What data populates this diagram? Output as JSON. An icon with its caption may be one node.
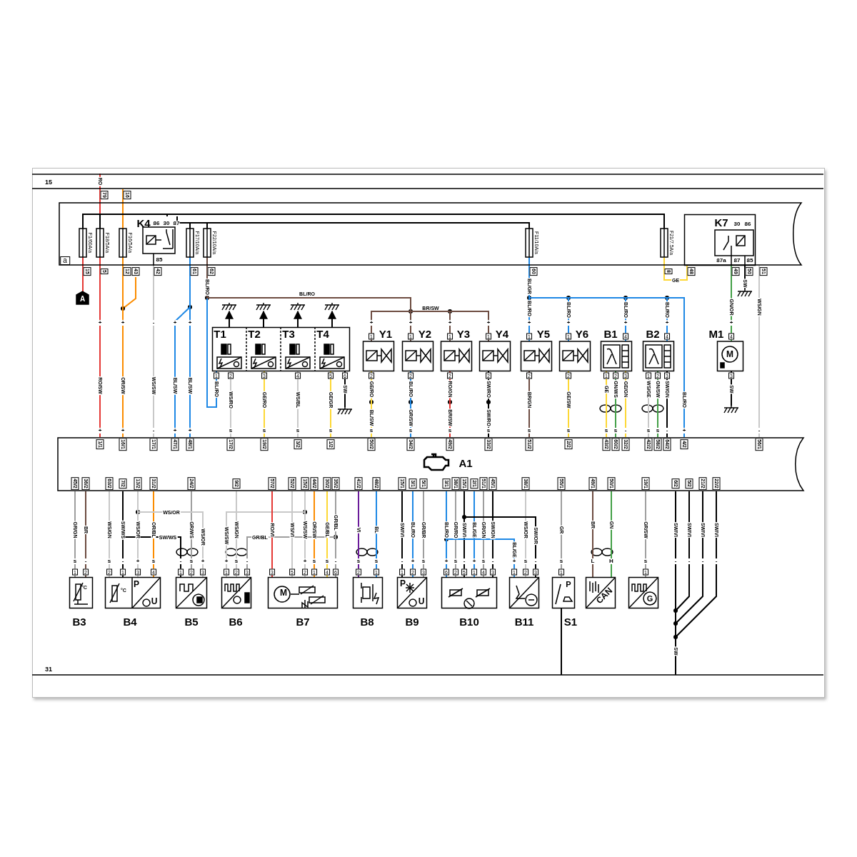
{
  "diagram": {
    "nodes": [
      {
        "text": [
          "15"
        ]
      },
      {
        "text": [
          "31"
        ]
      },
      {
        "text": [
          "a"
        ]
      },
      {
        "text": [
          "F1/60A/a"
        ],
        "in": 2
      },
      {
        "text": [
          "F18/5A/a"
        ],
        "in": 2
      },
      {
        "text": [
          "F16/5A/a"
        ],
        "in": 2
      },
      {
        "text": [
          "K4",
          "86",
          "30",
          "87",
          "85"
        ],
        "in": 2
      },
      {
        "text": [
          "F17/10A/a"
        ],
        "in": 2
      },
      {
        "text": [
          "F22/10A/a"
        ],
        "in": 2
      },
      {
        "text": [
          "F11/10A/a"
        ],
        "in": 2
      },
      {
        "text": [
          "F21/7.5A/a"
        ],
        "in": 2
      },
      {
        "text": [
          "K7",
          "30",
          "86",
          "87a",
          "87",
          "85"
        ],
        "in": 2
      },
      {
        "text": [
          "A"
        ]
      },
      {
        "text": [],
        "shape": "box"
      },
      {
        "text": [
          "T1"
        ],
        "in": 13
      },
      {
        "text": [
          "T2"
        ],
        "in": 13
      },
      {
        "text": [
          "T3"
        ],
        "in": 13
      },
      {
        "text": [
          "T4"
        ],
        "in": 13
      },
      {
        "text": [
          "Y1"
        ]
      },
      {
        "text": [
          "Y2"
        ]
      },
      {
        "text": [
          "Y3"
        ]
      },
      {
        "text": [
          "Y4"
        ]
      },
      {
        "text": [
          "Y5"
        ]
      },
      {
        "text": [
          "Y6"
        ]
      },
      {
        "text": [
          "B1"
        ]
      },
      {
        "text": [
          "B2"
        ]
      },
      {
        "text": [
          "M1",
          "M"
        ]
      },
      {
        "text": [
          "A1"
        ]
      },
      {
        "text": [
          "°C",
          "B3"
        ]
      },
      {
        "text": [
          "P",
          "°C",
          "U",
          "B4"
        ]
      },
      {
        "text": [
          "B5"
        ]
      },
      {
        "text": [
          "B6"
        ]
      },
      {
        "text": [
          "M",
          "B7"
        ]
      },
      {
        "text": [
          "B8"
        ]
      },
      {
        "text": [
          "P",
          "U",
          "B9"
        ]
      },
      {
        "text": [
          "B10"
        ]
      },
      {
        "text": [
          "B11"
        ]
      },
      {
        "text": [
          "P",
          "S1"
        ]
      },
      {
        "text": [
          "CAN"
        ]
      },
      {
        "text": [
          "G"
        ]
      },
      {
        "text": [],
        "shape": "ground"
      },
      {
        "text": [],
        "shape": "ground"
      },
      {
        "text": [],
        "shape": "ground"
      },
      {
        "text": [],
        "shape": "ground"
      },
      {
        "text": [],
        "shape": "ground"
      },
      {
        "text": [],
        "shape": "ground"
      },
      {
        "text": [],
        "shape": "ground"
      }
    ],
    "edges": [
      {
        "from": 0,
        "to": 4,
        "arrow": "none",
        "label": "RO",
        "color": "#e53935"
      },
      {
        "from": 0,
        "to": 5,
        "arrow": "none",
        "color": "#fb8c00"
      },
      {
        "from": 3,
        "to": 12,
        "arrow": "none",
        "color": "#e53935"
      },
      {
        "from": 4,
        "to": 27,
        "arrow": "none",
        "label": "RO/SW",
        "color": "#e53935"
      },
      {
        "from": 5,
        "to": 27,
        "arrow": "none",
        "label": "OR/SW",
        "color": "#fb8c00"
      },
      {
        "from": 6,
        "to": 27,
        "arrow": "none",
        "label": "WS/SW",
        "color": "#c8c8c8"
      },
      {
        "from": 7,
        "to": 27,
        "arrow": "none",
        "label": "BL/SW",
        "color": "#1e88e5"
      },
      {
        "from": 7,
        "to": 27,
        "arrow": "none",
        "label": "BL/SW",
        "color": "#1e88e5"
      },
      {
        "from": 8,
        "to": 14,
        "arrow": "none",
        "label": "BL/RO",
        "color": "#1e88e5"
      },
      {
        "from": 8,
        "to": 18,
        "arrow": "none",
        "color": "#6d4c41"
      },
      {
        "from": 8,
        "to": 19,
        "arrow": "none",
        "color": "#6d4c41"
      },
      {
        "from": 8,
        "to": 20,
        "arrow": "none",
        "color": "#6d4c41"
      },
      {
        "from": 8,
        "to": 21,
        "arrow": "none",
        "color": "#6d4c41"
      },
      {
        "from": 40,
        "to": 14,
        "arrow": "both"
      },
      {
        "from": 41,
        "to": 15,
        "arrow": "both"
      },
      {
        "from": 42,
        "to": 16,
        "arrow": "both"
      },
      {
        "from": 43,
        "to": 17,
        "arrow": "both"
      },
      {
        "from": 14,
        "to": 27,
        "arrow": "none",
        "label": "WS/RO",
        "color": "#c8c8c8"
      },
      {
        "from": 15,
        "to": 27,
        "arrow": "none",
        "label": "GE/RO",
        "color": "#fdd835"
      },
      {
        "from": 16,
        "to": 27,
        "arrow": "none",
        "label": "WS/BL",
        "color": "#c8c8c8"
      },
      {
        "from": 17,
        "to": 27,
        "arrow": "none",
        "label": "GE/GR",
        "color": "#fdd835"
      },
      {
        "from": 17,
        "to": 44,
        "arrow": "none",
        "label": "SW"
      },
      {
        "from": 18,
        "to": 27,
        "arrow": "none",
        "label": "GE/RO",
        "color": "#fdd835"
      },
      {
        "from": 19,
        "to": 27,
        "arrow": "none",
        "label": "BL/RO",
        "color": "#1e88e5"
      },
      {
        "from": 20,
        "to": 27,
        "arrow": "none",
        "label": "RO/GN",
        "color": "#e53935"
      },
      {
        "from": 21,
        "to": 27,
        "arrow": "none",
        "label": "SW/RO"
      },
      {
        "from": 9,
        "to": 22,
        "arrow": "none",
        "label": "BL/RO",
        "color": "#1e88e5"
      },
      {
        "from": 9,
        "to": 23,
        "arrow": "none",
        "label": "BL/RO",
        "color": "#1e88e5"
      },
      {
        "from": 9,
        "to": 24,
        "arrow": "none",
        "label": "BL/RO",
        "color": "#1e88e5"
      },
      {
        "from": 9,
        "to": 25,
        "arrow": "none",
        "label": "BL/RO",
        "color": "#1e88e5"
      },
      {
        "from": 9,
        "to": 27,
        "arrow": "none",
        "label": "BL/RO",
        "color": "#1e88e5"
      },
      {
        "from": 22,
        "to": 27,
        "arrow": "none",
        "label": "BR/GN",
        "color": "#6d4c41"
      },
      {
        "from": 23,
        "to": 27,
        "arrow": "none",
        "label": "GE/SW",
        "color": "#fdd835"
      },
      {
        "from": 24,
        "to": 27,
        "arrow": "none",
        "label": "GE",
        "color": "#fdd835"
      },
      {
        "from": 24,
        "to": 27,
        "arrow": "none",
        "label": "GN/WS",
        "color": "#43a047"
      },
      {
        "from": 24,
        "to": 27,
        "arrow": "none",
        "label": "GE/GN",
        "color": "#fdd835"
      },
      {
        "from": 25,
        "to": 27,
        "arrow": "none",
        "label": "WS/GE",
        "color": "#c8c8c8"
      },
      {
        "from": 25,
        "to": 27,
        "arrow": "none",
        "label": "GN/SW",
        "color": "#43a047"
      },
      {
        "from": 25,
        "to": 27,
        "arrow": "none",
        "label": "SW/GN"
      },
      {
        "from": 10,
        "to": 11,
        "arrow": "none",
        "label": "GE",
        "color": "#fdd835"
      },
      {
        "from": 11,
        "to": 26,
        "arrow": "none",
        "label": "GN/OR",
        "color": "#43a047"
      },
      {
        "from": 11,
        "to": 45,
        "arrow": "none",
        "label": "SW"
      },
      {
        "from": 2,
        "to": 27,
        "arrow": "none",
        "label": "WS/GN",
        "color": "#c8c8c8"
      },
      {
        "from": 26,
        "to": 46,
        "arrow": "none",
        "label": "SW"
      },
      {
        "from": 27,
        "to": 28,
        "arrow": "none",
        "label": "GR/GN",
        "color": "#9e9e9e"
      },
      {
        "from": 27,
        "to": 28,
        "arrow": "none",
        "label": "BR",
        "color": "#6d4c41"
      },
      {
        "from": 27,
        "to": 29,
        "arrow": "none",
        "label": "WS/GN",
        "color": "#c8c8c8"
      },
      {
        "from": 27,
        "to": 29,
        "arrow": "none",
        "label": "SW/WS"
      },
      {
        "from": 27,
        "to": 29,
        "arrow": "none",
        "label": "WS/OR",
        "color": "#c8c8c8"
      },
      {
        "from": 27,
        "to": 29,
        "arrow": "none",
        "label": "OR/BL",
        "color": "#fb8c00"
      },
      {
        "from": 27,
        "to": 30,
        "arrow": "none",
        "label": "GR/WS",
        "color": "#9e9e9e"
      },
      {
        "from": 27,
        "to": 30,
        "arrow": "none",
        "label": "SW/WS"
      },
      {
        "from": 27,
        "to": 30,
        "arrow": "none",
        "label": "WS/OR",
        "color": "#c8c8c8"
      },
      {
        "from": 27,
        "to": 31,
        "arrow": "none",
        "label": "WS/GN",
        "color": "#c8c8c8"
      },
      {
        "from": 27,
        "to": 31,
        "arrow": "none",
        "label": "WS/SW",
        "color": "#c8c8c8"
      },
      {
        "from": 27,
        "to": 31,
        "arrow": "none",
        "label": "GR/BL",
        "color": "#9e9e9e"
      },
      {
        "from": 27,
        "to": 32,
        "arrow": "none",
        "label": "RO/VI",
        "color": "#e53935"
      },
      {
        "from": 27,
        "to": 32,
        "arrow": "none",
        "label": "WS/VI",
        "color": "#c8c8c8"
      },
      {
        "from": 27,
        "to": 32,
        "arrow": "none",
        "label": "WS/SW",
        "color": "#c8c8c8"
      },
      {
        "from": 27,
        "to": 32,
        "arrow": "none",
        "label": "OR/SW",
        "color": "#fb8c00"
      },
      {
        "from": 27,
        "to": 32,
        "arrow": "none",
        "label": "GE/BL",
        "color": "#fdd835"
      },
      {
        "from": 27,
        "to": 32,
        "arrow": "none",
        "label": "GR/BL",
        "color": "#9e9e9e"
      },
      {
        "from": 27,
        "to": 33,
        "arrow": "none",
        "label": "VI",
        "color": "#6a1b9a"
      },
      {
        "from": 27,
        "to": 33,
        "arrow": "none",
        "label": "BL",
        "color": "#1e88e5"
      },
      {
        "from": 27,
        "to": 34,
        "arrow": "none",
        "label": "SW/VI"
      },
      {
        "from": 27,
        "to": 34,
        "arrow": "none",
        "label": "BL/RO",
        "color": "#1e88e5"
      },
      {
        "from": 27,
        "to": 34,
        "arrow": "none",
        "label": "GR/BR",
        "color": "#9e9e9e"
      },
      {
        "from": 27,
        "to": 35,
        "arrow": "none",
        "label": "BL/RO",
        "color": "#1e88e5"
      },
      {
        "from": 27,
        "to": 35,
        "arrow": "none",
        "label": "GR/RO",
        "color": "#9e9e9e"
      },
      {
        "from": 27,
        "to": 35,
        "arrow": "none",
        "label": "SW/VI"
      },
      {
        "from": 27,
        "to": 35,
        "arrow": "none",
        "label": "BL/GE",
        "color": "#1e88e5"
      },
      {
        "from": 27,
        "to": 35,
        "arrow": "none",
        "label": "GR/GN",
        "color": "#9e9e9e"
      },
      {
        "from": 27,
        "to": 35,
        "arrow": "none",
        "label": "SW/GN"
      },
      {
        "from": 27,
        "to": 36,
        "arrow": "none",
        "label": "BL/GE",
        "color": "#1e88e5"
      },
      {
        "from": 27,
        "to": 36,
        "arrow": "none",
        "label": "WS/OR",
        "color": "#c8c8c8"
      },
      {
        "from": 27,
        "to": 36,
        "arrow": "none",
        "label": "SW/OR"
      },
      {
        "from": 27,
        "to": 37,
        "arrow": "none",
        "label": "GR",
        "color": "#9e9e9e"
      },
      {
        "from": 37,
        "to": 1,
        "arrow": "none"
      },
      {
        "from": 27,
        "to": 38,
        "arrow": "none",
        "label": "BR",
        "color": "#6d4c41"
      },
      {
        "from": 27,
        "to": 38,
        "arrow": "none",
        "label": "GN",
        "color": "#43a047"
      },
      {
        "from": 27,
        "to": 39,
        "arrow": "none",
        "label": "GR/SW",
        "color": "#9e9e9e"
      },
      {
        "from": 27,
        "to": 1,
        "arrow": "none",
        "label": "SW/VI"
      },
      {
        "from": 27,
        "to": 1,
        "arrow": "none",
        "label": "SW/VI"
      },
      {
        "from": 27,
        "to": 1,
        "arrow": "none",
        "label": "SW/VI"
      },
      {
        "from": 27,
        "to": 1,
        "arrow": "none",
        "label": "SW/VI"
      },
      {
        "from": 3,
        "to": 4,
        "arrow": "none"
      },
      {
        "from": 4,
        "to": 6,
        "arrow": "none"
      },
      {
        "from": 6,
        "to": 10,
        "arrow": "none"
      },
      {
        "from": 6,
        "to": 7,
        "arrow": "none"
      },
      {
        "from": 7,
        "to": 8,
        "arrow": "none"
      },
      {
        "from": 8,
        "to": 9,
        "arrow": "none"
      }
    ],
    "labels": [
      "79",
      "16",
      "15",
      "5",
      "12",
      "43",
      "42",
      "61",
      "62",
      "60",
      "8",
      "48",
      "49",
      "50",
      "51",
      "BL/RO",
      "BR/SW",
      "BL/GR",
      "+",
      "+",
      "-",
      "+",
      "+",
      "+",
      "+",
      "+",
      "+",
      "+",
      "+",
      "+",
      "+",
      "+",
      "1",
      "1",
      "1",
      "1",
      "1",
      "1",
      "4",
      "4",
      "4",
      "1",
      "2",
      "3",
      "4",
      "5",
      "6",
      "2",
      "2",
      "2",
      "2",
      "2",
      "2",
      "1",
      "2",
      "3",
      "1",
      "2",
      "3",
      "3",
      "BL/RO",
      "BL/SW",
      "GR/SW",
      "BR/SW",
      "SW/RO",
      "+",
      "+",
      "-",
      "+",
      "+",
      "s",
      "s",
      "s",
      "s",
      "s",
      "s",
      "s",
      "s",
      "s",
      "s",
      "s",
      "s",
      "-",
      "s",
      "s",
      "-",
      "+",
      "-",
      "1/1",
      "16/1",
      "17/1",
      "47/1",
      "48/1",
      "17/2",
      "19/2",
      "3/2",
      "1/2",
      "50/2",
      "34/2",
      "49/2",
      "33/2",
      "51/2",
      "2/2",
      "43/2",
      "60/2",
      "32/2",
      "42/2",
      "58/2",
      "64/2",
      "4/2",
      "56/1",
      "45/2",
      "36/2",
      "63/2",
      "7/2",
      "13/2",
      "31/2",
      "24/2",
      "9/2",
      "57/2",
      "52/2",
      "15/2",
      "44/2",
      "30/2",
      "35/2",
      "41/2",
      "48/2",
      "15/1",
      "3/1",
      "5/1",
      "3/1",
      "38/1",
      "15/1",
      "2/1",
      "51/1",
      "45/1",
      "38/1",
      "55/1",
      "49/1",
      "50/1",
      "19/1",
      "6/2",
      "5/2",
      "21/2",
      "22/2",
      "WS/OR",
      "s",
      "-",
      "s",
      "-",
      "+",
      "s",
      "-",
      "s",
      "+",
      "+",
      "s",
      "-",
      "+",
      "s",
      "s",
      "-",
      "s",
      "s",
      "-",
      "+",
      "s",
      "+",
      "s",
      "-",
      "+",
      "s",
      "-",
      "+",
      "s",
      "-",
      "s",
      "L",
      "H",
      "s",
      "-",
      "-",
      "-",
      "-",
      "1",
      "2",
      "2",
      "1",
      "3",
      "4",
      "1",
      "2",
      "3",
      "1",
      "2",
      "3",
      "3",
      "5",
      "2",
      "1",
      "4",
      "6",
      "2",
      "1",
      "1",
      "2",
      "3",
      "6",
      "2",
      "5",
      "1",
      "4",
      "3",
      "1",
      "2",
      "3",
      "1",
      "1",
      "SW"
    ]
  }
}
